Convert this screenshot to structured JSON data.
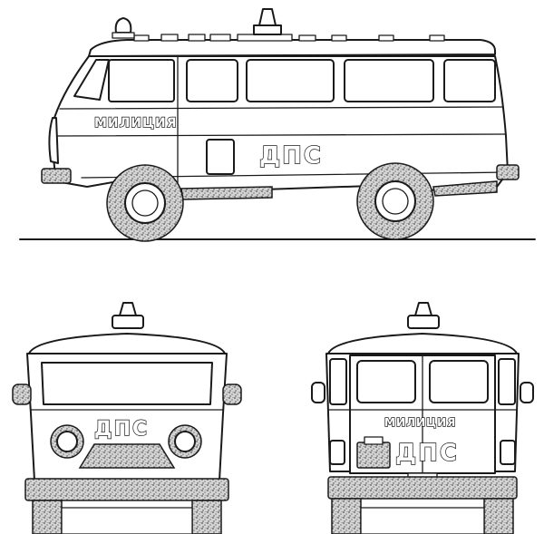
{
  "labels": {
    "side_militsiya": "МИЛИЦИЯ",
    "side_dps": "ДПС",
    "front_dps": "ДПС",
    "rear_militsiya": "МИЛИЦИЯ",
    "rear_dps": "ДПС"
  },
  "colors": {
    "line": "#1a1a1a",
    "background": "#ffffff",
    "tyre_texture": "#9a9a9a"
  }
}
